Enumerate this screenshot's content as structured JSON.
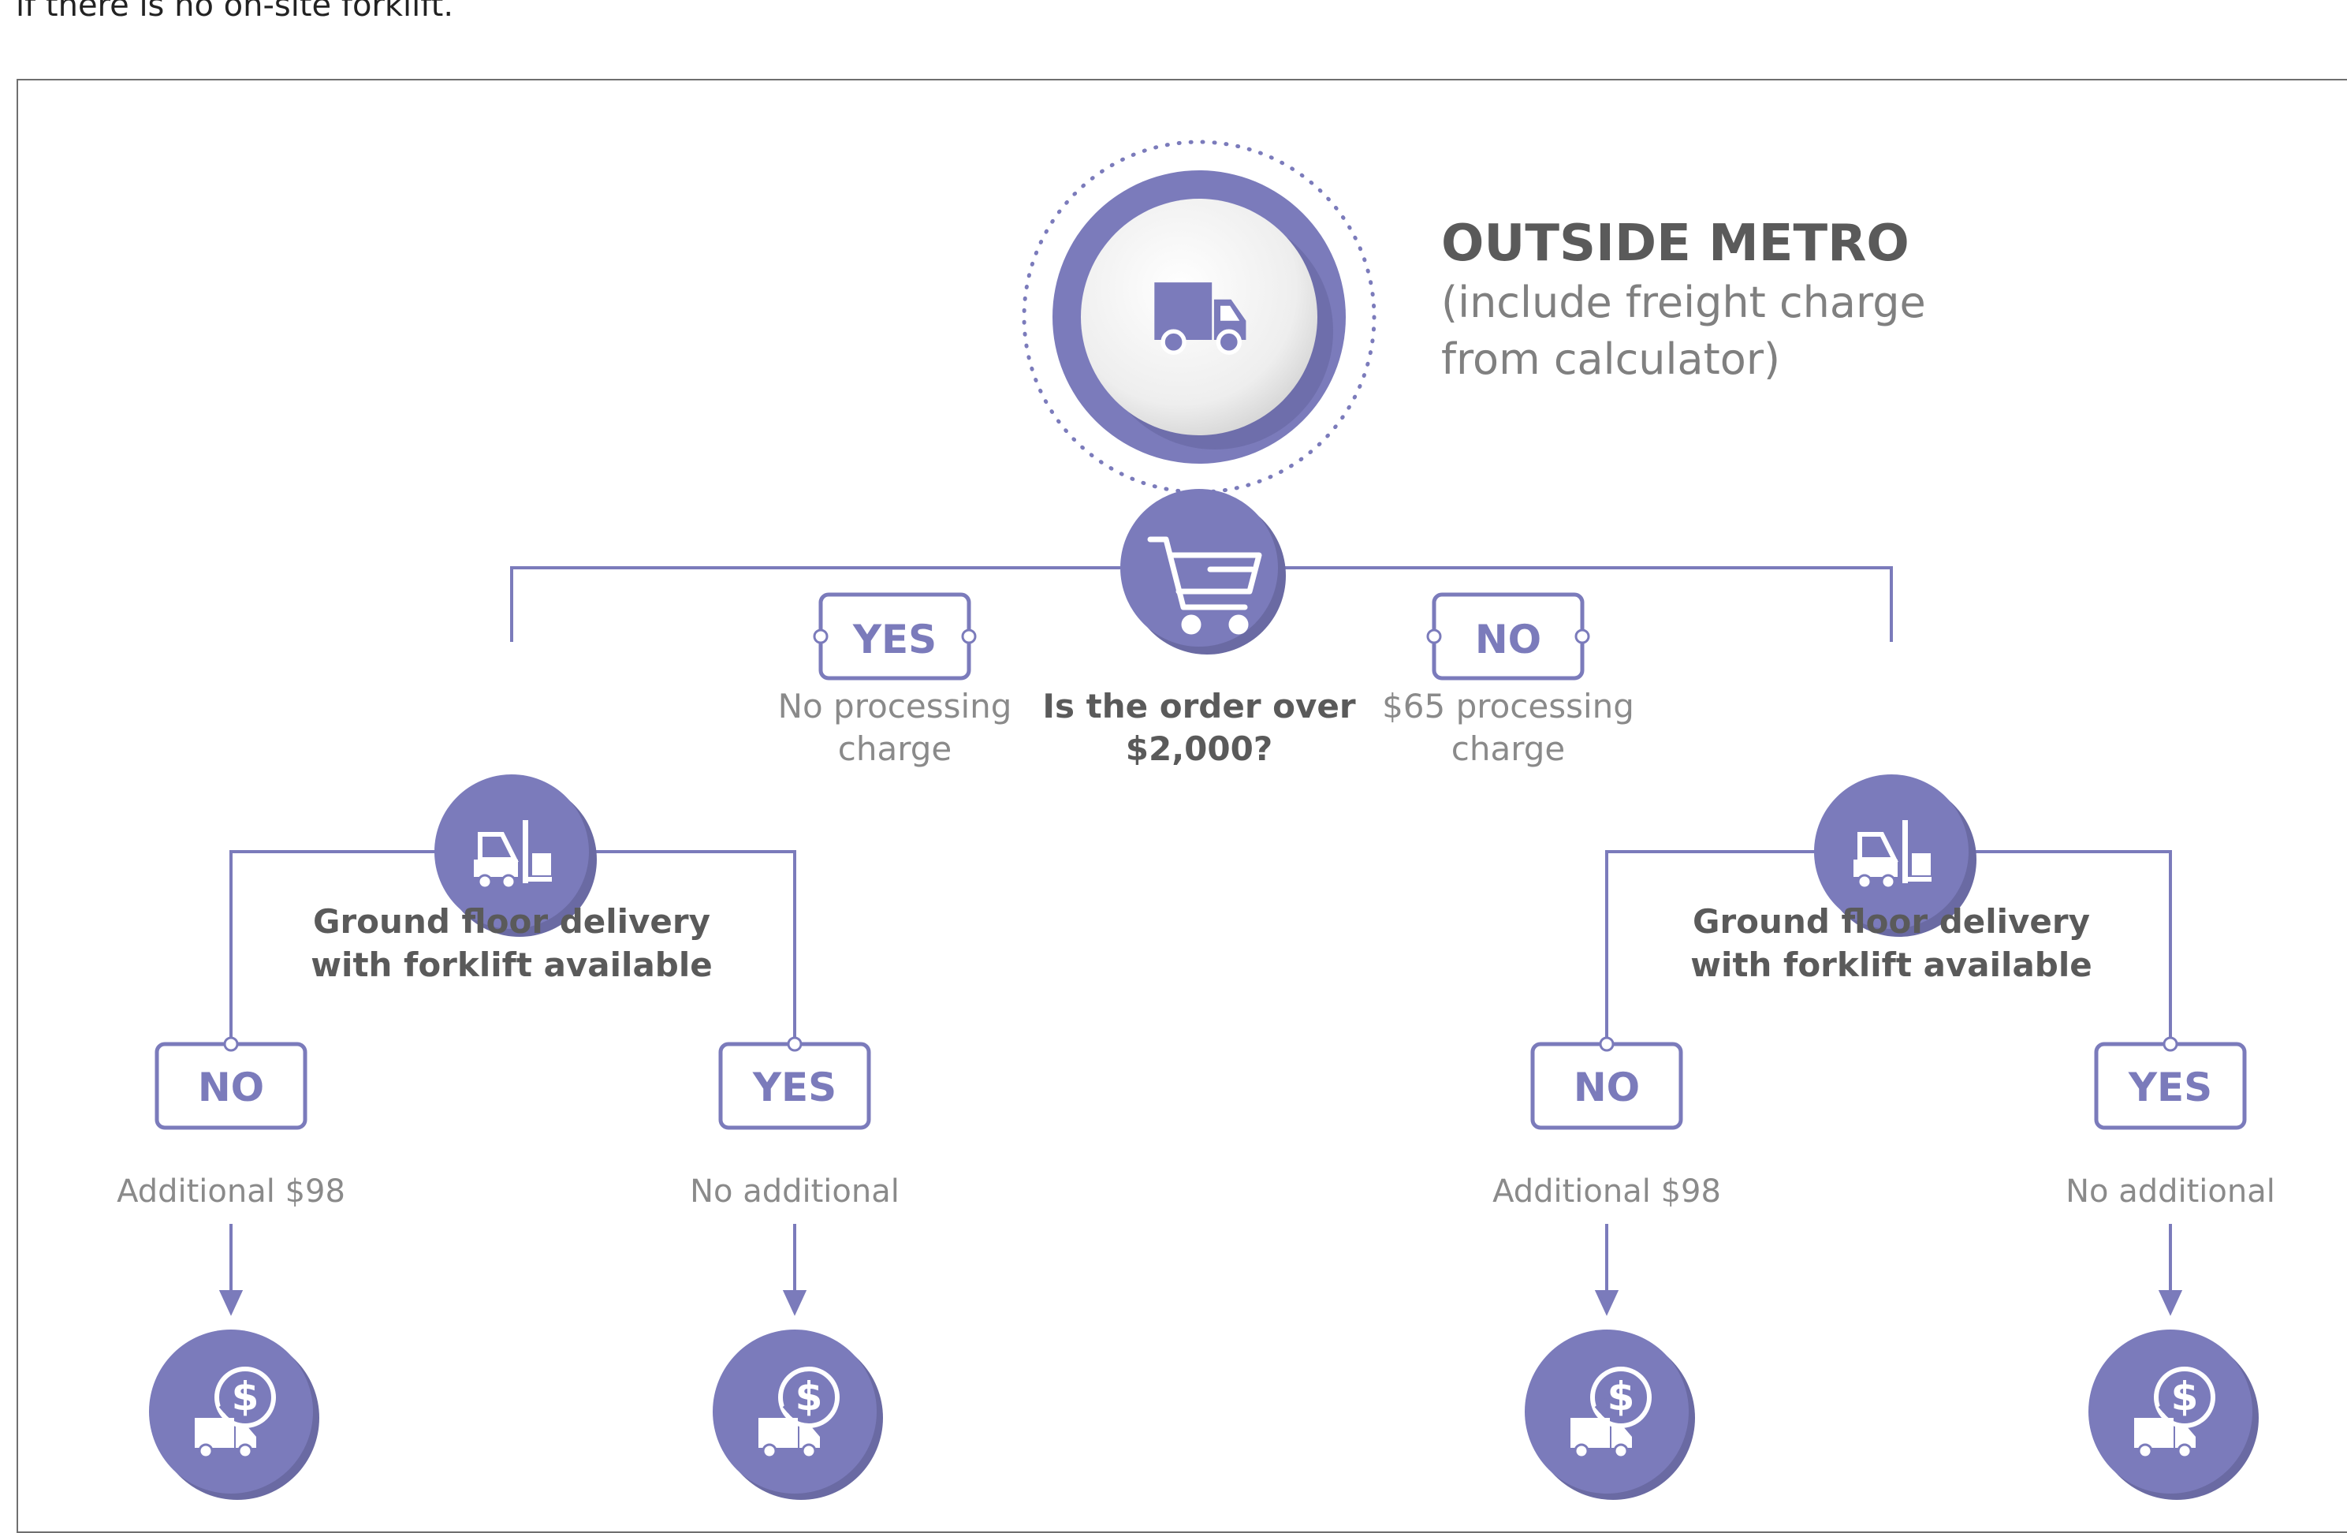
{
  "caption": "if there is no on-site forklift.",
  "colors": {
    "accent": "#7B7BBB",
    "accent_dark": "#6565A6",
    "gray_text": "#8A8A8A",
    "dark_text": "#5A5A5A",
    "frame": "#6F6F6F"
  },
  "root": {
    "icon": "delivery-van-icon",
    "title": "OUTSIDE METRO",
    "subtitle_line1": "(include freight charge",
    "subtitle_line2": "from calculator)"
  },
  "question": {
    "icon": "shopping-cart-icon",
    "line1": "Is the order over",
    "line2": "$2,000?"
  },
  "branches": {
    "yes": {
      "badge": "YES",
      "note_line1": "No processing",
      "note_line2": "charge"
    },
    "no": {
      "badge": "NO",
      "note_line1": "$65 processing",
      "note_line2": "charge"
    }
  },
  "sub_question": {
    "icon": "forklift-icon",
    "line1": "Ground floor delivery",
    "line2": "with forklift available"
  },
  "outcomes": {
    "no": {
      "badge": "NO",
      "note": "Additional $98"
    },
    "yes": {
      "badge": "YES",
      "note": "No additional"
    }
  },
  "result_icon": "delivery-cost-icon"
}
